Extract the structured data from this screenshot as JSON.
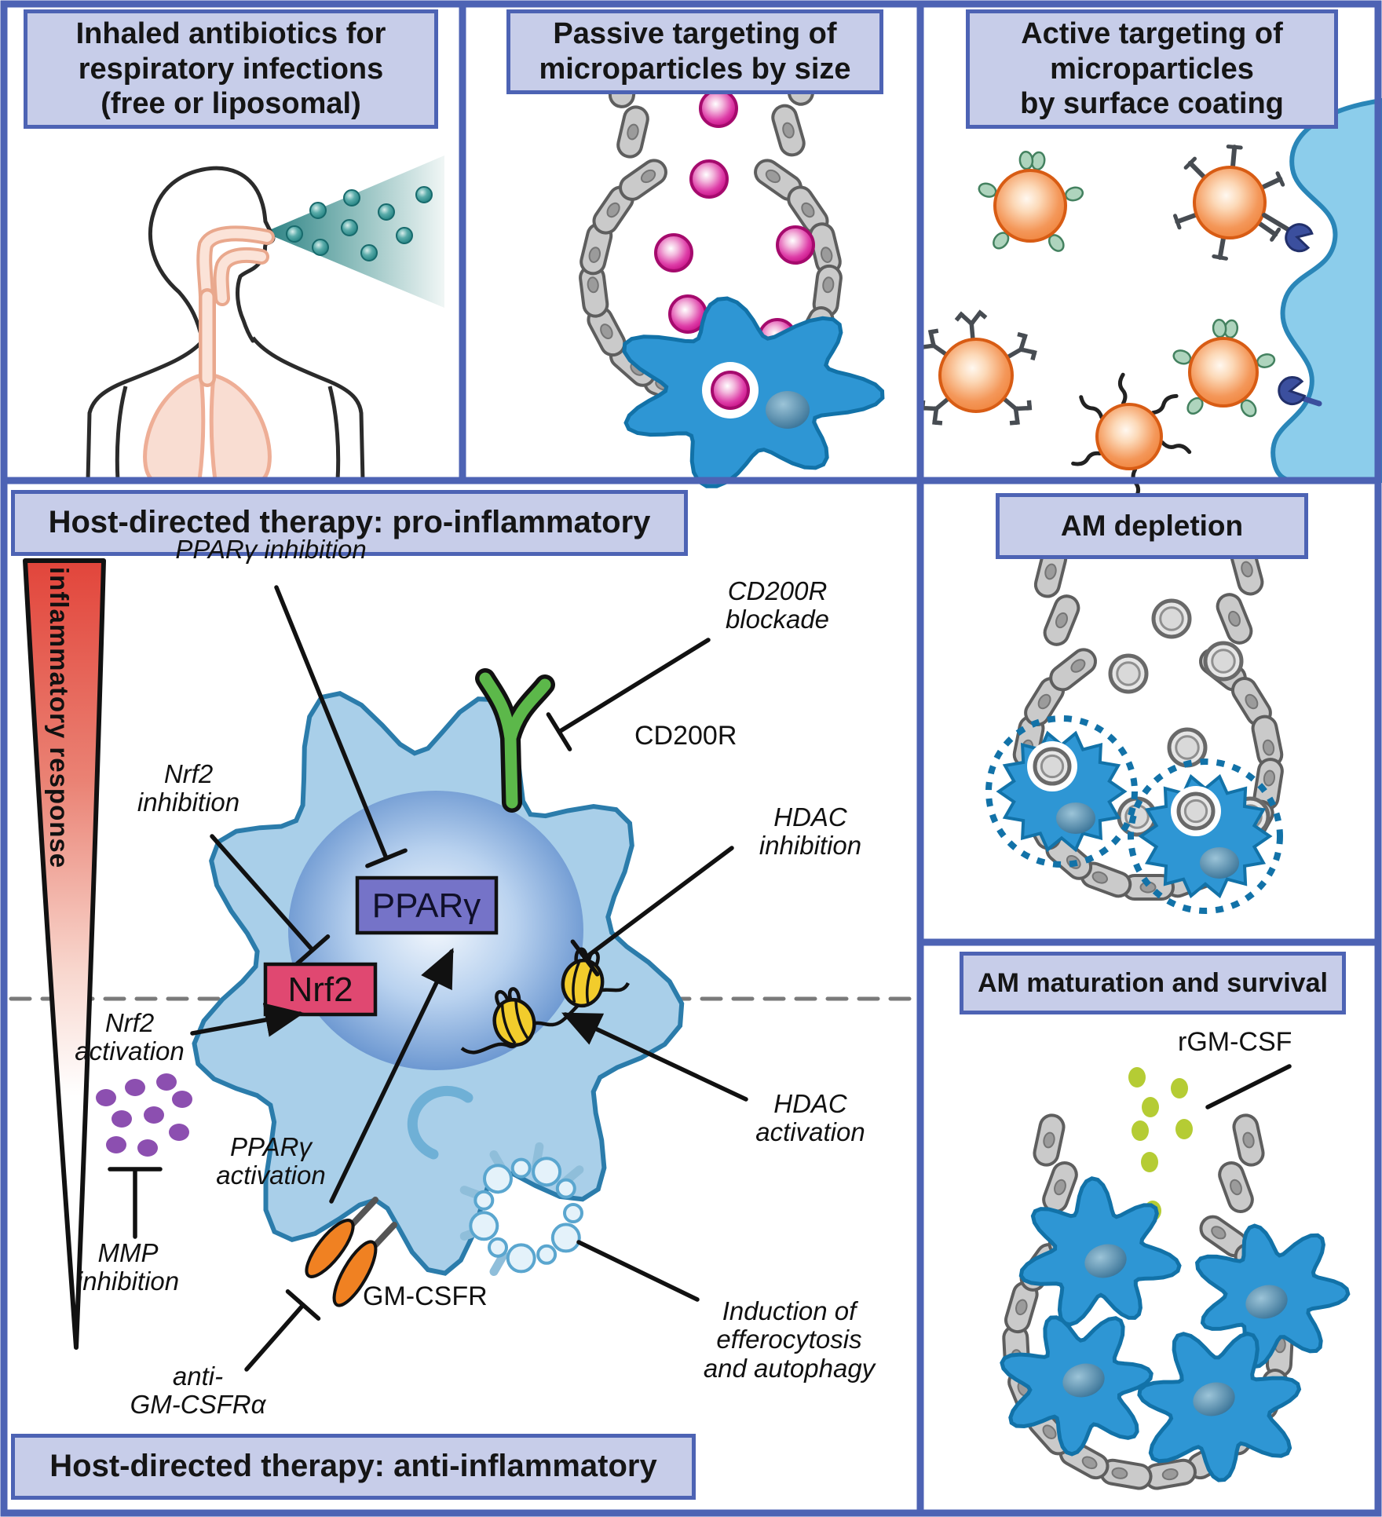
{
  "colors": {
    "border": "#4d63b4",
    "box_fill": "#c7cde9",
    "wedge_red": "#e2453b",
    "macrophage": "#2e96d4",
    "macrophage_edge": "#1272a8",
    "cell_light": "#a9cfe9",
    "cell_light_edge": "#2b7cab",
    "ppar_box": "#7573c8",
    "nrf2_box": "#e04871",
    "cd200r_green": "#5cb84a",
    "gmcsfr_orange": "#f08122",
    "particle_pink": "#d6148c",
    "particle_orange": "#ef7f35",
    "particle_teal": "#2a8585",
    "rgmcsf_green": "#b5cc34",
    "mmp_purple": "#8c4fb0",
    "epithelium_gray": "#cacaca",
    "lung_pink": "#f9ddd2"
  },
  "panels": {
    "inhaled": {
      "title": "Inhaled antibiotics for\nrespiratory infections\n(free or liposomal)"
    },
    "passive": {
      "title": "Passive targeting of\nmicroparticles by size"
    },
    "active": {
      "title": "Active targeting of\nmicroparticles\nby surface coating"
    },
    "hdt_pro": {
      "title": "Host-directed therapy: pro-inflammatory"
    },
    "hdt_anti": {
      "title": "Host-directed therapy: anti-inflammatory"
    },
    "depletion": {
      "title": "AM depletion"
    },
    "maturation": {
      "title": "AM maturation and survival"
    }
  },
  "wedge_label": "inflammatory response",
  "molecule_labels": {
    "ppar": "PPARγ",
    "nrf2": "Nrf2",
    "cd200r": "CD200R",
    "gmcsfr": "GM-CSFR",
    "rgmcsf": "rGM-CSF"
  },
  "annotations": {
    "ppar_inhibition": "PPARγ inhibition",
    "nrf2_inhibition": "Nrf2\ninhibition",
    "cd200r_blockade": "CD200R\nblockade",
    "hdac_inhibition": "HDAC\ninhibition",
    "nrf2_activation": "Nrf2\nactivation",
    "ppar_activation": "PPARγ\nactivation",
    "hdac_activation": "HDAC\nactivation",
    "mmp_inhibition": "MMP\ninhibition",
    "anti_gmcsfr": "anti-\nGM-CSFRα",
    "efferocytosis": "Induction of\nefferocytosis\nand autophagy"
  }
}
